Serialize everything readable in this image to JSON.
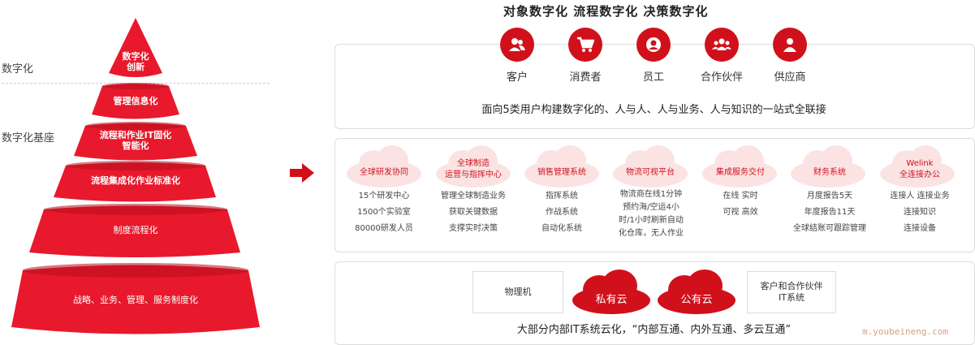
{
  "left": {
    "label_digital": "数字化",
    "label_foundation": "数字化基座"
  },
  "pyramid": {
    "levels": [
      {
        "line1": "数字化",
        "line2": "创新"
      },
      {
        "line1": "管理信息化"
      },
      {
        "line1": "流程和作业IT固化",
        "line2": "智能化"
      },
      {
        "line1": "流程集成化作业标准化"
      },
      {
        "line1": "制度流程化"
      },
      {
        "line1": "战略、业务、管理、服务制度化"
      }
    ],
    "color": "#e8192c"
  },
  "header": {
    "title": "对象数字化  流程数字化  决策数字化"
  },
  "objects": {
    "items": [
      {
        "icon": "customer-icon",
        "label": "客户"
      },
      {
        "icon": "cart-icon",
        "label": "消费者"
      },
      {
        "icon": "employee-icon",
        "label": "员工"
      },
      {
        "icon": "partners-icon",
        "label": "合作伙伴"
      },
      {
        "icon": "supplier-icon",
        "label": "供应商"
      }
    ],
    "sentence": "面向5类用户构建数字化的、人与人、人与业务、人与知识的一站式全联接"
  },
  "processes": {
    "items": [
      {
        "title1": "全球研发协同",
        "lines": [
          "15个研发中心",
          "1500个实验室",
          "80000研发人员"
        ]
      },
      {
        "title1": "全球制造",
        "title2": "运营与指挥中心",
        "lines": [
          "管理全球制造业务",
          "获取关键数据",
          "支撑实时决策"
        ]
      },
      {
        "title1": "销售管理系统",
        "lines": [
          "指挥系统",
          "作战系统",
          "自动化系统"
        ]
      },
      {
        "title1": "物流可视平台",
        "lines": [
          "物流商在线1分钟",
          "预约海/空运4小",
          "时/1小时刷新自动",
          "化仓库，无人作业"
        ]
      },
      {
        "title1": "集成服务交付",
        "lines": [
          "在线  实时",
          "可视  高效"
        ]
      },
      {
        "title1": "财务系统",
        "lines": [
          "月度报告5天",
          "年度报告11天",
          "全球结账可跟踪管理"
        ]
      },
      {
        "title1": "Welink",
        "title2": "全连接办公",
        "lines": [
          "连接人  连接业务",
          "连接知识",
          "连接设备"
        ]
      }
    ]
  },
  "cloud": {
    "physical": "物理机",
    "private": "私有云",
    "public": "公有云",
    "partner_line1": "客户和合作伙伴",
    "partner_line2": "IT系统",
    "sentence": "大部分内部IT系统云化，“内部互通、内外互通、多云互通”"
  },
  "watermark": "m.youbeineng.com",
  "colors": {
    "accent": "#d0111b",
    "cloud_pink": "#fbe3e3"
  }
}
